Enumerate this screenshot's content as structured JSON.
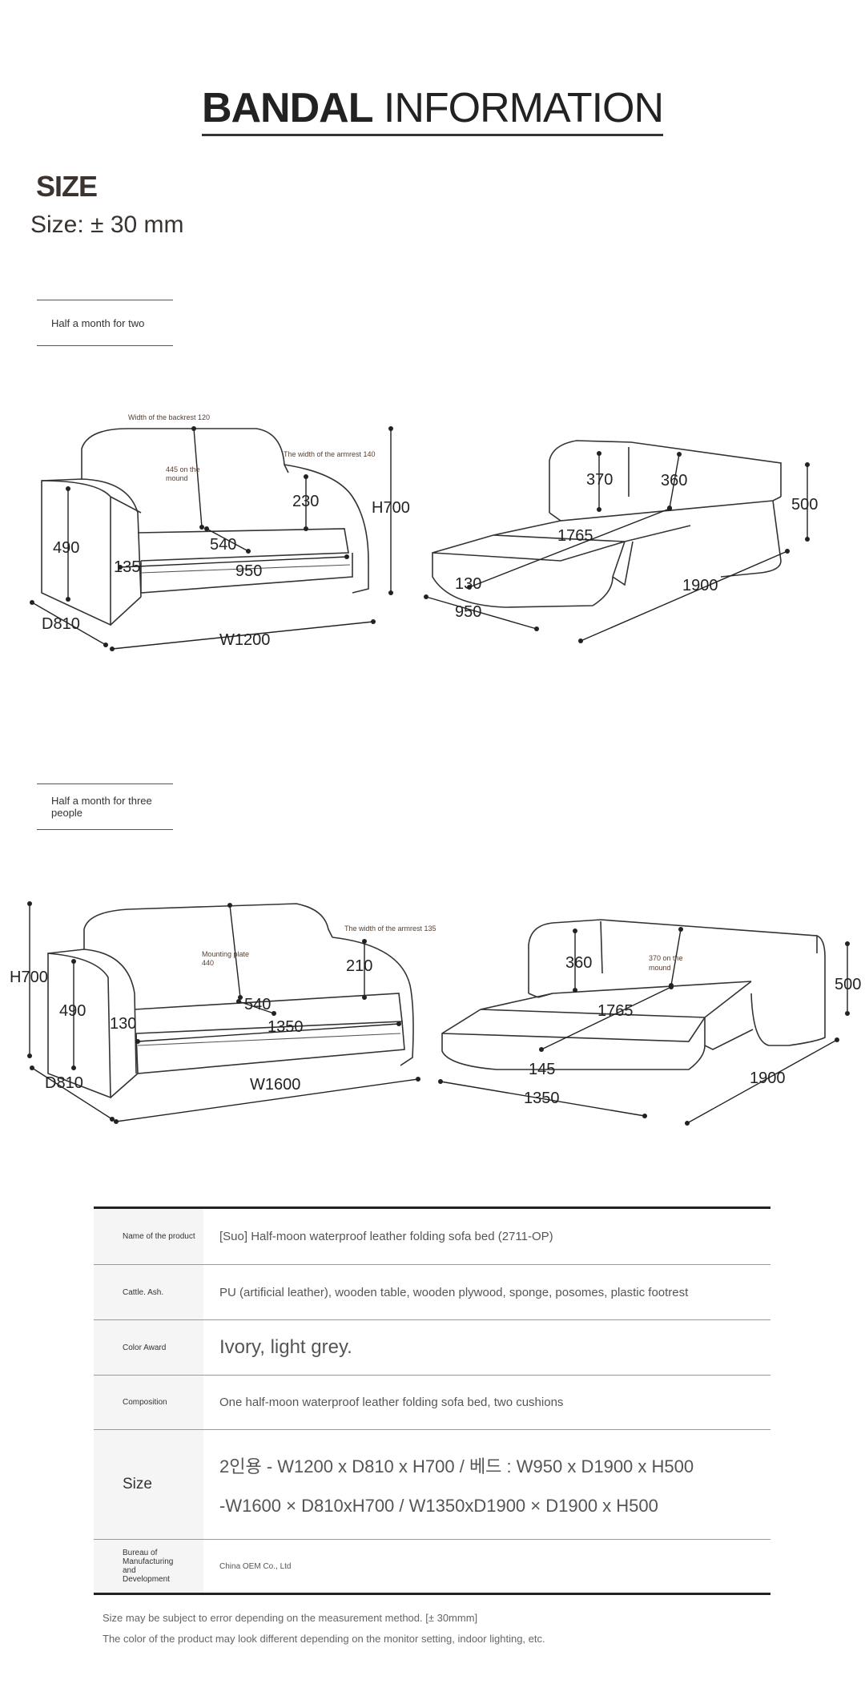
{
  "header": {
    "title_bold": "BANDAL",
    "title_light": "INFORMATION"
  },
  "size_section": {
    "heading": "SIZE",
    "tolerance": "Size: ± 30 mm"
  },
  "models": [
    {
      "tag": "Half a month for two"
    },
    {
      "tag": "Half a month for three people"
    }
  ],
  "diagram_two": {
    "backrest_note": "Width of the backrest 120",
    "mound_note": "445 on the mound",
    "armrest_note": "The width of the armrest 140",
    "h": "H700",
    "arm_h": "230",
    "seat_h": "490",
    "seat_d": "540",
    "arm_w": "135",
    "seat_w": "950",
    "depth": "D810",
    "width": "W1200",
    "bed_back1": "370",
    "bed_back2": "360",
    "bed_h": "500",
    "bed_len": "1765",
    "bed_arm": "130",
    "bed_w": "950",
    "bed_total": "1900"
  },
  "diagram_three": {
    "plate_note": "Mounting plate 440",
    "armrest_note": "The width of the armrest 135",
    "h": "H700",
    "arm_h": "210",
    "seat_h": "490",
    "seat_d": "540",
    "arm_w": "130",
    "seat_w": "1350",
    "depth": "D810",
    "width": "W1600",
    "bed_back1": "360",
    "mound_note": "370 on the mound",
    "bed_h": "500",
    "bed_len": "1765",
    "bed_arm": "145",
    "bed_w": "1350",
    "bed_total": "1900"
  },
  "spec_table": [
    {
      "label": "Name of the product",
      "value": "[Suo] Half-moon waterproof leather folding sofa bed (2711-OP)"
    },
    {
      "label": "Cattle.   Ash.",
      "value": "PU (artificial leather), wooden table, wooden plywood, sponge, posomes, plastic footrest"
    },
    {
      "label": "Color Award",
      "value": "Ivory, light grey."
    },
    {
      "label": "Composition",
      "value": "One half-moon waterproof leather folding sofa bed, two cushions"
    },
    {
      "label": "Size",
      "value": "2인용 - W1200 x D810 x H700 / 베드 : W950 x D1900 x H500",
      "value2": "-W1600 × D810xH700 / W1350xD1900 × D1900 x H500"
    },
    {
      "label": "Bureau of Manufacturing and Development",
      "value": "China OEM Co., Ltd"
    }
  ],
  "notes": [
    "Size may be subject to error depending on the measurement method. [± 30mmm]",
    "The color of the product may look different depending on the monitor setting, indoor lighting, etc."
  ]
}
